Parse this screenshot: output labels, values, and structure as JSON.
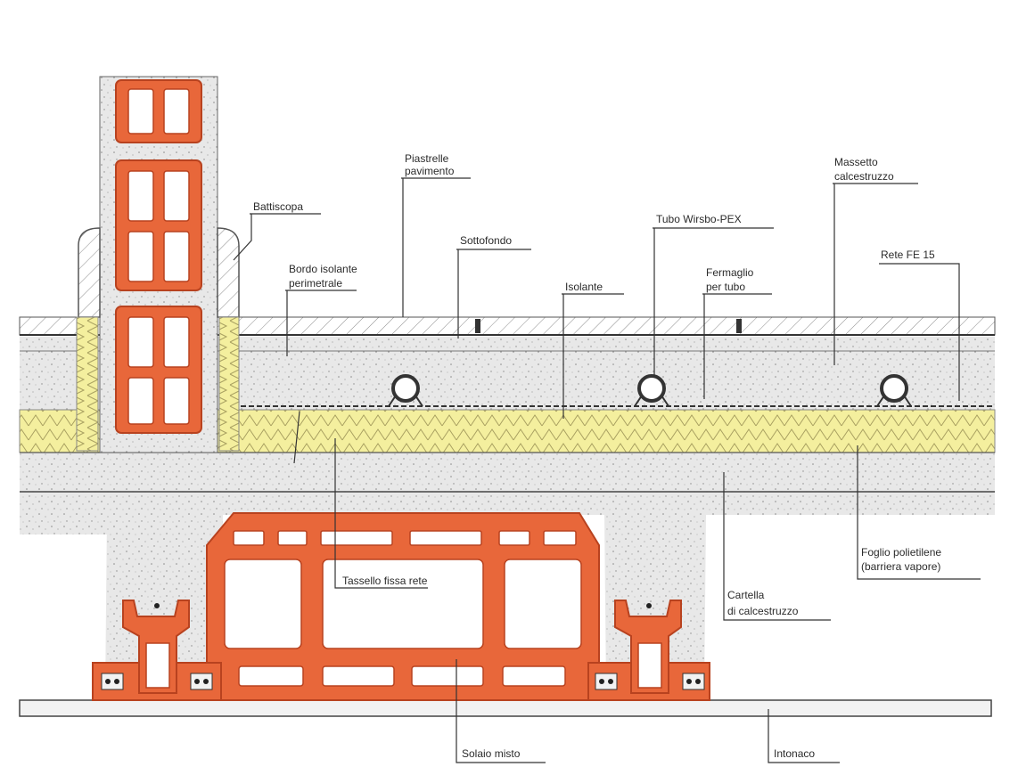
{
  "diagram": {
    "labels": {
      "piastrelle": [
        "Piastrelle",
        "pavimento"
      ],
      "battiscopa": [
        "Battiscopa"
      ],
      "massetto": [
        "Massetto",
        "calcestruzzo"
      ],
      "tubo": [
        "Tubo Wirsbo-PEX"
      ],
      "sottofondo": [
        "Sottofondo"
      ],
      "bordo": [
        "Bordo isolante",
        "perimetrale"
      ],
      "isolante": [
        "Isolante"
      ],
      "fermaglio": [
        "Fermaglio",
        "per tubo"
      ],
      "rete": [
        "Rete FE 15"
      ],
      "tassello": [
        "Tassello fissa rete"
      ],
      "foglio": [
        "Foglio polietilene",
        "(barriera vapore)"
      ],
      "cartella": [
        "Cartella",
        "di calcestruzzo"
      ],
      "solaio": [
        "Solaio misto"
      ],
      "intonaco": [
        "Intonaco"
      ]
    },
    "colors": {
      "brick": "#e8673a",
      "brick_dark": "#b8421f",
      "concrete": "#e6e6e6",
      "insulation": "#f3ee9c",
      "tile": "#ffffff",
      "line": "#333333"
    }
  }
}
